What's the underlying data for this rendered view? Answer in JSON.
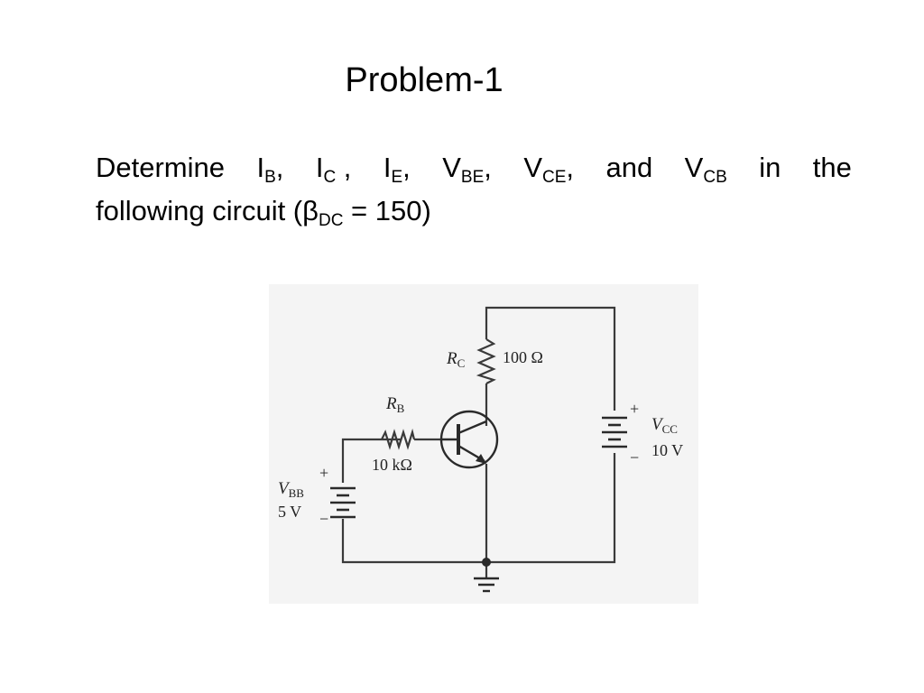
{
  "title": "Problem-1",
  "problem": {
    "determine": "Determine",
    "ib": "I",
    "ib_sub": "B",
    "ib_sep": ",",
    "ic": "I",
    "ic_sub": "C",
    "ic_sep": " ,",
    "ie": "I",
    "ie_sub": "E",
    "ie_sep": ",",
    "vbe": "V",
    "vbe_sub": "BE",
    "vbe_sep": ",",
    "vce": "V",
    "vce_sub": "CE",
    "vce_sep": ",",
    "and": "and",
    "vcb": "V",
    "vcb_sub": "CB",
    "in": "in",
    "the": "the",
    "line2_prefix": "following circuit (β",
    "beta_sub": "DC",
    "line2_suffix": " = 150)"
  },
  "circuit": {
    "rc_label": "R",
    "rc_sub": "C",
    "rc_value": "100 Ω",
    "rb_label": "R",
    "rb_sub": "B",
    "rb_value": "10 kΩ",
    "vbb_label": "V",
    "vbb_sub": "BB",
    "vbb_value": "5 V",
    "vcc_label": "V",
    "vcc_sub": "CC",
    "vcc_value": "10 V",
    "plus": "+",
    "minus": "−"
  },
  "colors": {
    "background": "#f4f4f4",
    "wire": "#3a3a3a",
    "text": "#000000"
  }
}
